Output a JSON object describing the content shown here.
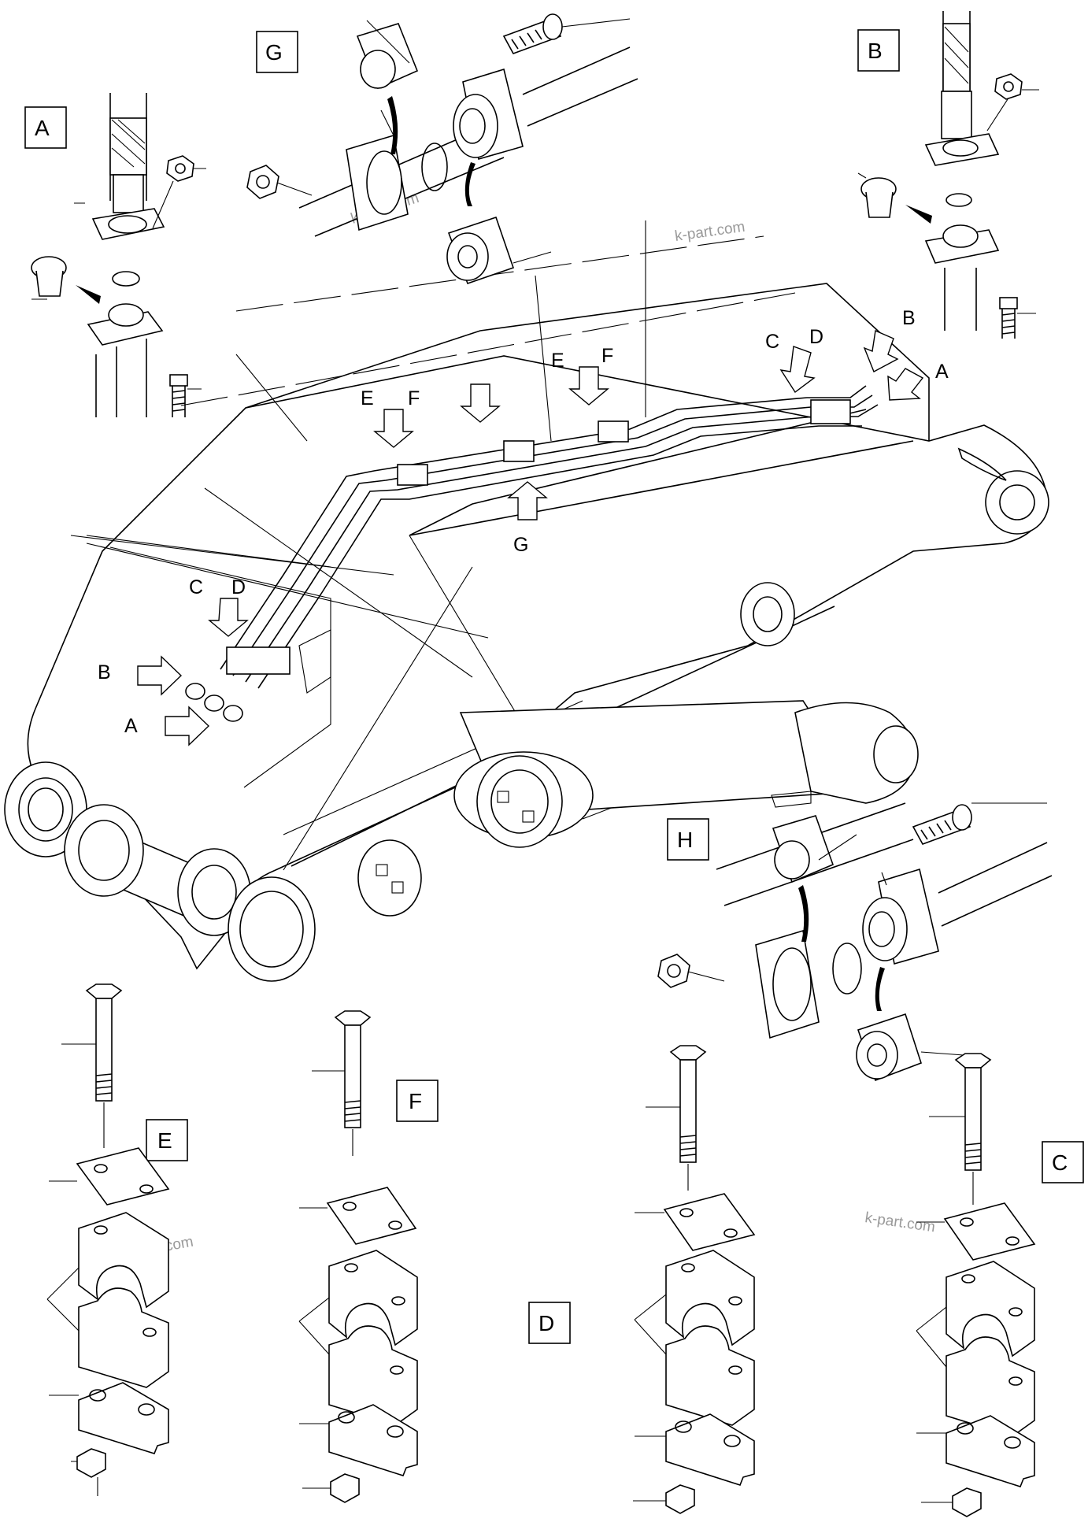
{
  "watermarks": [
    "k-part.com",
    "k-part.com",
    "k-part.com",
    "k-part.com"
  ],
  "detail_boxes": {
    "A": "A",
    "B": "B",
    "C": "C",
    "D": "D",
    "E": "E",
    "F": "F",
    "G": "G",
    "H": "H"
  },
  "callouts": {
    "top_right_B": "B",
    "top_right_A": "A",
    "top_right_C": "C",
    "top_right_D": "D",
    "mid_E1": "E",
    "mid_F1": "F",
    "mid_E2": "E",
    "mid_F2": "F",
    "mid_G": "G",
    "left_C": "C",
    "left_D": "D",
    "left_B": "B",
    "left_A": "A"
  },
  "icons": [
    "bolt-icon",
    "nut-icon",
    "flange-icon",
    "o-ring-icon",
    "plug-icon",
    "clamp-icon",
    "arrow-icon"
  ]
}
